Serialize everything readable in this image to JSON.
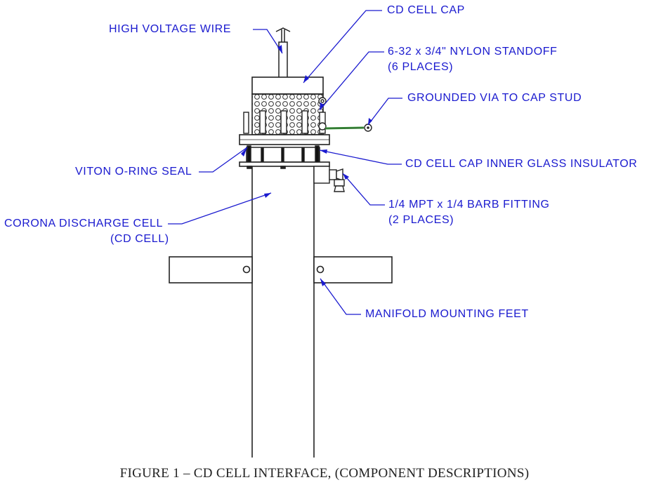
{
  "labels": {
    "cd_cell_cap": "CD CELL CAP",
    "high_voltage_wire": "HIGH VOLTAGE WIRE",
    "nylon_standoff": "6-32 x 3/4\" NYLON STANDOFF",
    "nylon_standoff_qty": "(6 PLACES)",
    "grounded_via": "GROUNDED VIA TO CAP STUD",
    "viton_seal": "VITON O-RING SEAL",
    "inner_glass_insulator": "CD CELL CAP INNER GLASS INSULATOR",
    "barb_fitting": "1/4 MPT x 1/4 BARB FITTING",
    "barb_fitting_qty": "(2 PLACES)",
    "corona_cell": "CORONA DISCHARGE CELL",
    "corona_cell_abbr": "(CD CELL)",
    "mounting_feet": "MANIFOLD MOUNTING FEET"
  },
  "caption": "FIGURE 1 – CD CELL INTERFACE, (COMPONENT DESCRIPTIONS)",
  "colors": {
    "label_text": "#1a1acf",
    "leader_line": "#1a1acf",
    "drawing_line": "#222222",
    "ground_wire": "#3a9a3a"
  }
}
